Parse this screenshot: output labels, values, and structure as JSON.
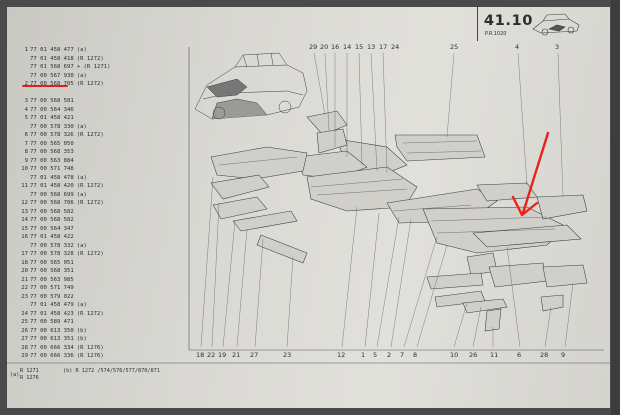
{
  "header": {
    "page_number": "41.10",
    "page_date": "P.R.1020"
  },
  "parts_list": [
    {
      "index": "1",
      "number": "77 01 458 477",
      "note": "(a)"
    },
    {
      "index": "",
      "number": "77 01 458 418",
      "note": "(R 1272)"
    },
    {
      "index": "",
      "number": "77 01 568 697",
      "note": "+ (R 1271)"
    },
    {
      "index": "",
      "number": "77 00 567 930",
      "note": "(a)"
    },
    {
      "index": "2",
      "number": "77 00 568 705",
      "note": "(R 1272)"
    },
    {
      "index": "",
      "number": "",
      "note": ""
    },
    {
      "index": "3",
      "number": "77 00 568 581",
      "note": ""
    },
    {
      "index": "4",
      "number": "77 00 564 346",
      "note": ""
    },
    {
      "index": "5",
      "number": "77 01 458 421",
      "note": ""
    },
    {
      "index": "",
      "number": "77 00 578 330",
      "note": "(a)"
    },
    {
      "index": "6",
      "number": "77 00 578 326",
      "note": "(R 1272)"
    },
    {
      "index": "7",
      "number": "77 00 565 050",
      "note": ""
    },
    {
      "index": "8",
      "number": "77 00 568 353",
      "note": ""
    },
    {
      "index": "9",
      "number": "77 00 563 884",
      "note": ""
    },
    {
      "index": "10",
      "number": "77 00 571 748",
      "note": ""
    },
    {
      "index": "",
      "number": "77 01 458 478",
      "note": "(a)"
    },
    {
      "index": "11",
      "number": "77 01 458 420",
      "note": "(R 1272)"
    },
    {
      "index": "",
      "number": "77 00 568 699",
      "note": "(a)"
    },
    {
      "index": "12",
      "number": "77 00 568 706",
      "note": "(R 1272)"
    },
    {
      "index": "13",
      "number": "77 00 568 582",
      "note": ""
    },
    {
      "index": "14",
      "number": "77 00 568 582",
      "note": ""
    },
    {
      "index": "15",
      "number": "77 00 564 347",
      "note": ""
    },
    {
      "index": "16",
      "number": "77 01 458 422",
      "note": ""
    },
    {
      "index": "",
      "number": "77 00 578 332",
      "note": "(a)"
    },
    {
      "index": "17",
      "number": "77 00 578 328",
      "note": "(R 1272)"
    },
    {
      "index": "18",
      "number": "77 00 565 051",
      "note": ""
    },
    {
      "index": "20",
      "number": "77 00 568 351",
      "note": ""
    },
    {
      "index": "21",
      "number": "77 00 563 985",
      "note": ""
    },
    {
      "index": "22",
      "number": "77 00 571 749",
      "note": ""
    },
    {
      "index": "23",
      "number": "77 00 579 022",
      "note": ""
    },
    {
      "index": "",
      "number": "77 01 458 479",
      "note": "(a)"
    },
    {
      "index": "24",
      "number": "77 01 458 423",
      "note": "(R 1272)"
    },
    {
      "index": "25",
      "number": "77 00 589 471",
      "note": ""
    },
    {
      "index": "26",
      "number": "77 00 613 350",
      "note": "(b)"
    },
    {
      "index": "27",
      "number": "77 00 613 351",
      "note": "(b)"
    },
    {
      "index": "28",
      "number": "77 00 666 334",
      "note": "(R 1276)"
    },
    {
      "index": "29",
      "number": "77 00 666 336",
      "note": "(R 1276)"
    }
  ],
  "footer": {
    "a_label": "(a)",
    "a_line1": "R 1271",
    "a_line2": "R 1276",
    "b_text": "(b)   R 1272 /574/576/577/870/871"
  },
  "top_callouts": [
    "29",
    "20",
    "16",
    "14",
    "15",
    "13",
    "17",
    "24",
    "25",
    "4",
    "3"
  ],
  "bottom_callouts": [
    "18",
    "22",
    "19",
    "21",
    "27",
    "23",
    "12",
    "1",
    "5",
    "2",
    "7",
    "8",
    "10",
    "26",
    "11",
    "6",
    "28",
    "9"
  ],
  "colors": {
    "underline": "#e0201a",
    "arrow": "#e8231c",
    "ink": "#2e2e2e"
  }
}
